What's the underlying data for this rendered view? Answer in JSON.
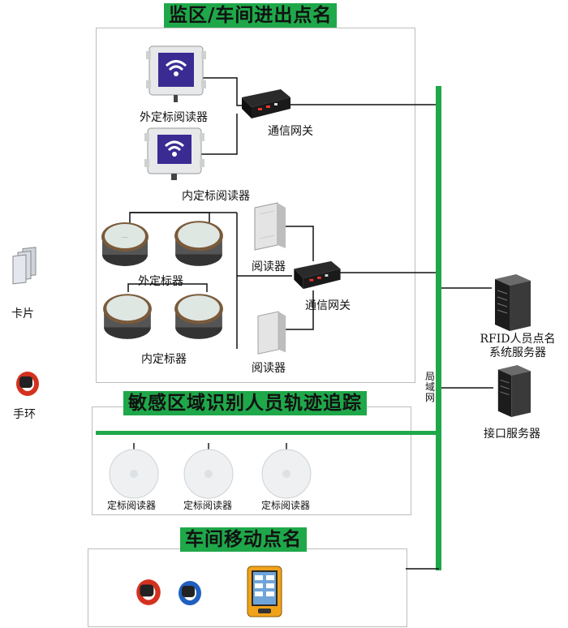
{
  "sections": {
    "top": "监区/车间进出点名",
    "middle": "敏感区域识别人员轨迹追踪",
    "bottom": "车间移动点名"
  },
  "labels": {
    "outer_reader": "外定标阅读器",
    "inner_reader": "内定标阅读器",
    "gateway_1": "通信网关",
    "gateway_2": "通信网关",
    "outer_marker": "外定标器",
    "inner_marker": "内定标器",
    "reader_1": "阅读器",
    "reader_2": "阅读器",
    "card": "卡片",
    "bracelet": "手环",
    "lan": "局域网",
    "rfid_server": "RFID人员点名系统服务器",
    "interface_server": "接口服务器",
    "ap_1": "定标阅读器",
    "ap_2": "定标阅读器",
    "ap_3": "定标阅读器"
  },
  "colors": {
    "bus": "#1fa84a",
    "line": "#111111"
  }
}
